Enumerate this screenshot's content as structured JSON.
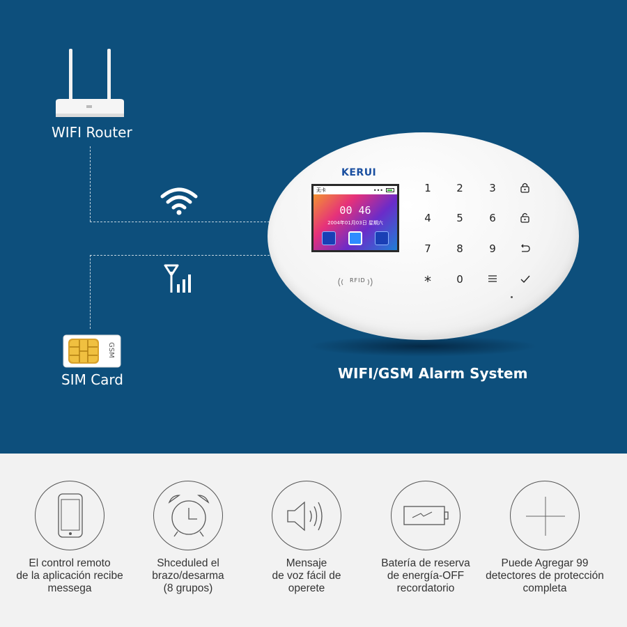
{
  "diagram": {
    "router_label": "WIFI Router",
    "sim_label": "SIM Card",
    "sim_card_text": "GSM",
    "headline": "WIFI/GSM Alarm System"
  },
  "panel": {
    "brand": "KERUI",
    "status_text": "无卡",
    "time": "00 46",
    "date": "2004年01月03日 星期六",
    "rfid_label": "RFID",
    "keys": [
      "1",
      "2",
      "3",
      "4",
      "5",
      "6",
      "7",
      "8",
      "9",
      "*",
      "0"
    ]
  },
  "features": [
    {
      "icon": "smartphone-icon",
      "lines": [
        "El control remoto",
        "de la aplicación recibe",
        "messega"
      ]
    },
    {
      "icon": "alarm-clock-icon",
      "lines": [
        "Shceduled el",
        "brazo/desarma",
        "(8 grupos)"
      ]
    },
    {
      "icon": "speaker-icon",
      "lines": [
        "Mensaje",
        "de voz fácil de",
        "operete"
      ]
    },
    {
      "icon": "battery-icon",
      "lines": [
        "Batería de reserva",
        "de energía-OFF",
        "recordatorio"
      ]
    },
    {
      "icon": "plus-icon",
      "lines": [
        "Puede Agregar 99",
        "detectores de protección",
        "completa"
      ]
    }
  ],
  "colors": {
    "background_top": "#0d4f7c",
    "background_bottom": "#f2f2f2",
    "brand": "#1a4fa0"
  }
}
